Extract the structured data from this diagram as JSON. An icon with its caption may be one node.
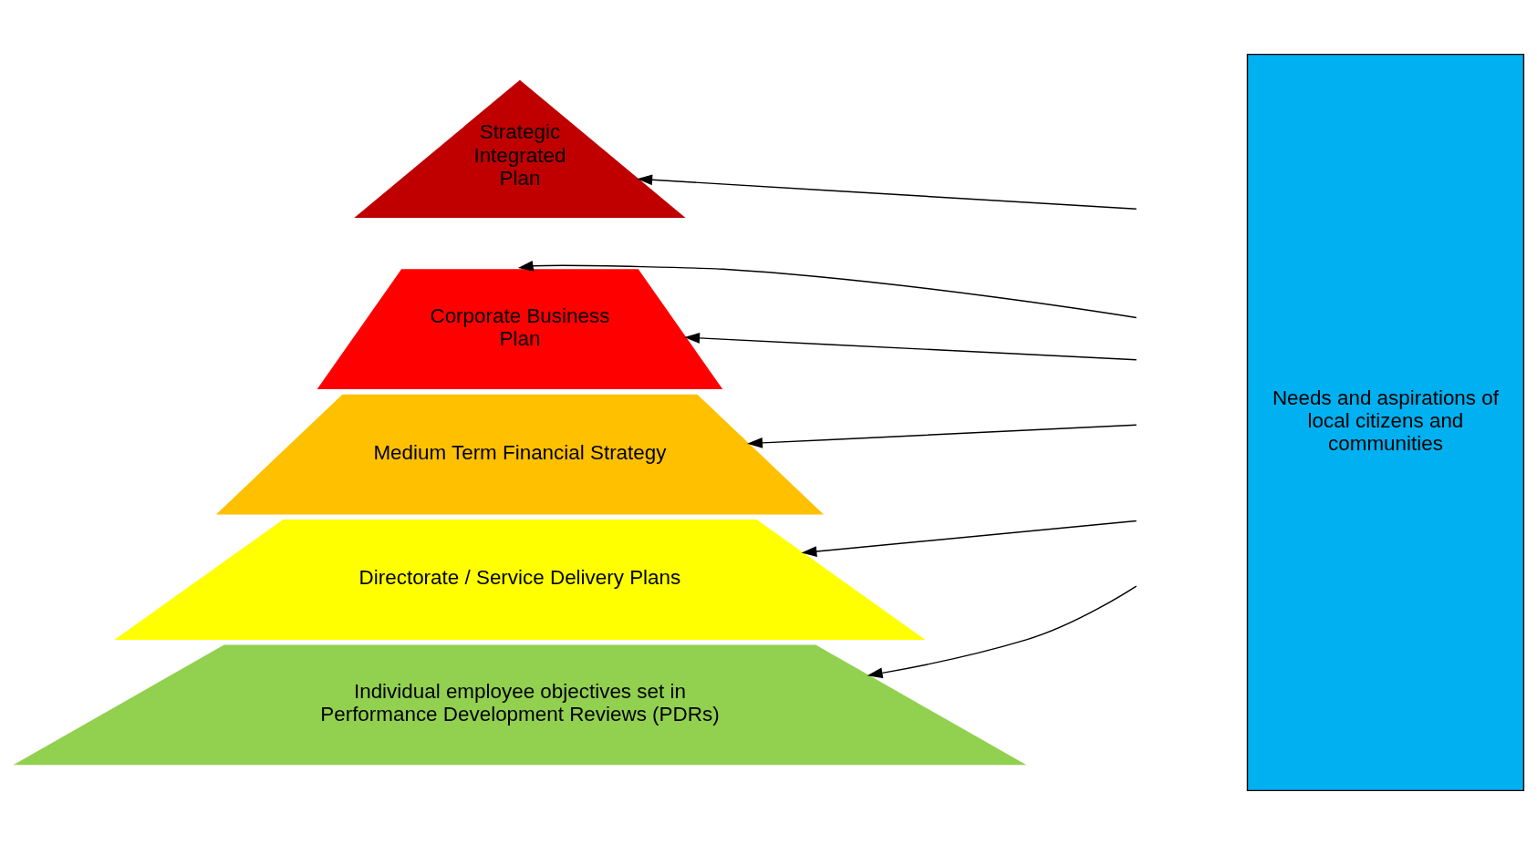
{
  "diagram": {
    "nodes": [
      {
        "text": [
          "Strategic Integrated  Plan"
        ]
      },
      {
        "text": [
          "Corporate Business Plan"
        ]
      },
      {
        "text": [
          "Medium Term Financial Strategy"
        ]
      },
      {
        "text": [
          "Directorate / Service Delivery Plans"
        ]
      },
      {
        "text": [
          "Individual employee objectives set in Performance Development Reviews (PDRs)"
        ]
      },
      {
        "text": [
          "Needs and aspirations of local citizens and communities"
        ]
      }
    ],
    "edges": [
      {
        "from": null,
        "to": 0,
        "arrow": "to"
      },
      {
        "from": null,
        "to": 1,
        "arrow": "to"
      },
      {
        "from": null,
        "to": 1,
        "arrow": "to"
      },
      {
        "from": null,
        "to": 2,
        "arrow": "to"
      },
      {
        "from": null,
        "to": 3,
        "arrow": "to"
      },
      {
        "from": null,
        "to": 4,
        "arrow": "to"
      }
    ]
  }
}
